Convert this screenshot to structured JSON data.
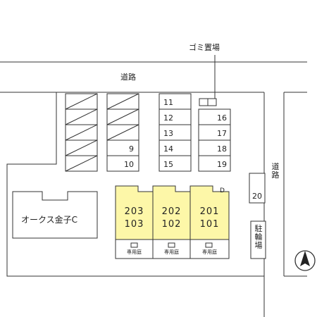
{
  "labels": {
    "garbage": "ゴミ置場",
    "road_top": "道路",
    "road_right": "道路",
    "neighbor": "オークス金子C",
    "bicycle": "駐輪場",
    "garden": "専用庭"
  },
  "parking_left": [
    "9",
    "10"
  ],
  "parking_mid": [
    "11",
    "12",
    "13",
    "14",
    "15"
  ],
  "parking_right": [
    "16",
    "17",
    "18",
    "19"
  ],
  "parking_extra": "20",
  "units": [
    {
      "upper": "203",
      "lower": "103"
    },
    {
      "upper": "202",
      "lower": "102"
    },
    {
      "upper": "201",
      "lower": "101"
    }
  ],
  "unit_mark": "D",
  "compass": "north-arrow-icon",
  "colors": {
    "unit_fill": "#fdf7a8",
    "line": "#333333"
  }
}
